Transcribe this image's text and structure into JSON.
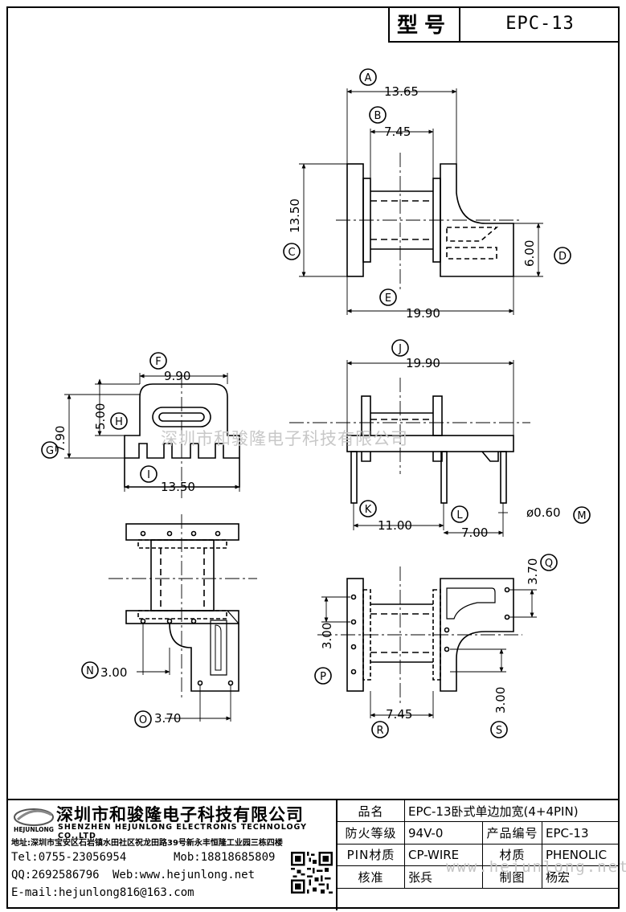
{
  "model": {
    "label": "型号",
    "value": "EPC-13"
  },
  "dimensions": {
    "A": "13.65",
    "B": "7.45",
    "C": "13.50",
    "D": "6.00",
    "E": "19.90",
    "F": "9.90",
    "G": "7.90",
    "H": "5.00",
    "I": "13.50",
    "J": "19.90",
    "K": "11.00",
    "L": "7.00",
    "M": "ø0.60",
    "N": "3.00",
    "O": "3.70",
    "P": "3.00",
    "Q": "3.70",
    "R": "7.45",
    "S": "3.00"
  },
  "markers": [
    "A",
    "B",
    "C",
    "D",
    "E",
    "F",
    "G",
    "H",
    "I",
    "J",
    "K",
    "L",
    "M",
    "N",
    "O",
    "P",
    "Q",
    "R",
    "S"
  ],
  "watermark": "深圳市和骏隆电子科技有限公司",
  "watermark_url": "www.hejunlong.net",
  "company": {
    "logo_text": "HEJUNLONG",
    "name_cn": "深圳市和骏隆电子科技有限公司",
    "name_en": "SHENZHEN HEJUNLONG ELECTRONIS TECHNOLOGY CO.,LTD",
    "address": "地址:深圳市宝安区石岩镇水田社区祝龙田路39号新永丰恒隆工业园三栋四楼",
    "tel": "Tel:0755-23056954",
    "mob": "Mob:18818685809",
    "qq": "QQ:2692586796",
    "web": "Web:www.hejunlong.net",
    "email": "E-mail:hejunlong816@163.com"
  },
  "spec": {
    "name_label": "品名",
    "name_value": "EPC-13卧式单边加宽(4+4PIN)",
    "fire_label": "防火等级",
    "fire_value": "94V-0",
    "code_label": "产品编号",
    "code_value": "EPC-13",
    "pin_label": "PIN材质",
    "pin_value": "CP-WIRE",
    "mat_label": "材质",
    "mat_value": "PHENOLIC",
    "check_label": "核准",
    "check_value": "张兵",
    "draw_label": "制图",
    "draw_value": "杨宏"
  }
}
